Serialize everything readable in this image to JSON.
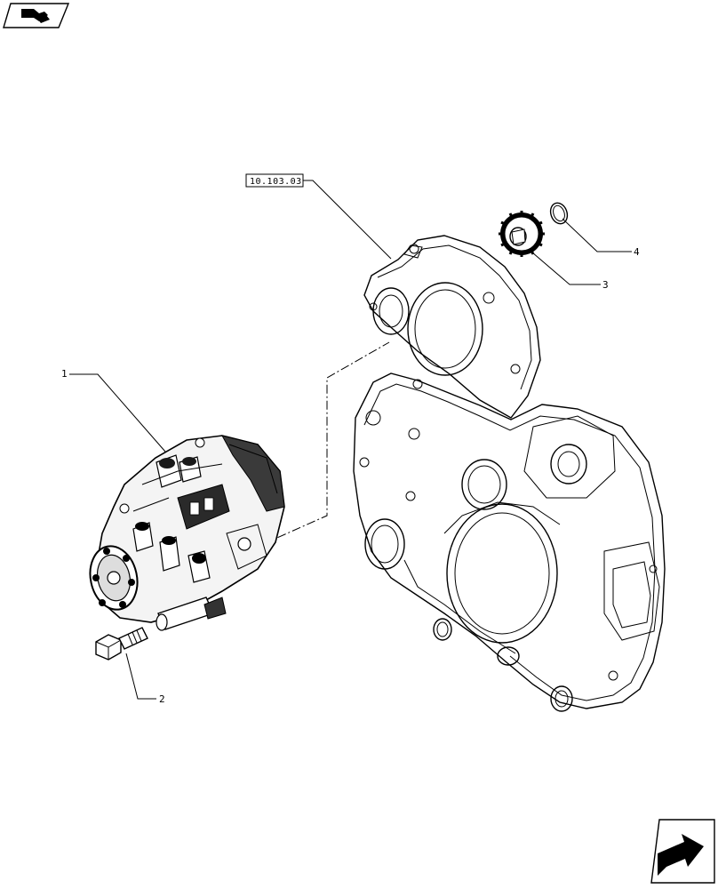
{
  "diagram": {
    "reference_label": "10.103.03",
    "callouts": [
      {
        "id": "1",
        "text": "1"
      },
      {
        "id": "2",
        "text": "2"
      },
      {
        "id": "3",
        "text": "3"
      },
      {
        "id": "4",
        "text": "4"
      }
    ]
  },
  "icons": {
    "top_left": "book-arrow-icon",
    "bottom_right": "next-page-arrow-icon"
  }
}
